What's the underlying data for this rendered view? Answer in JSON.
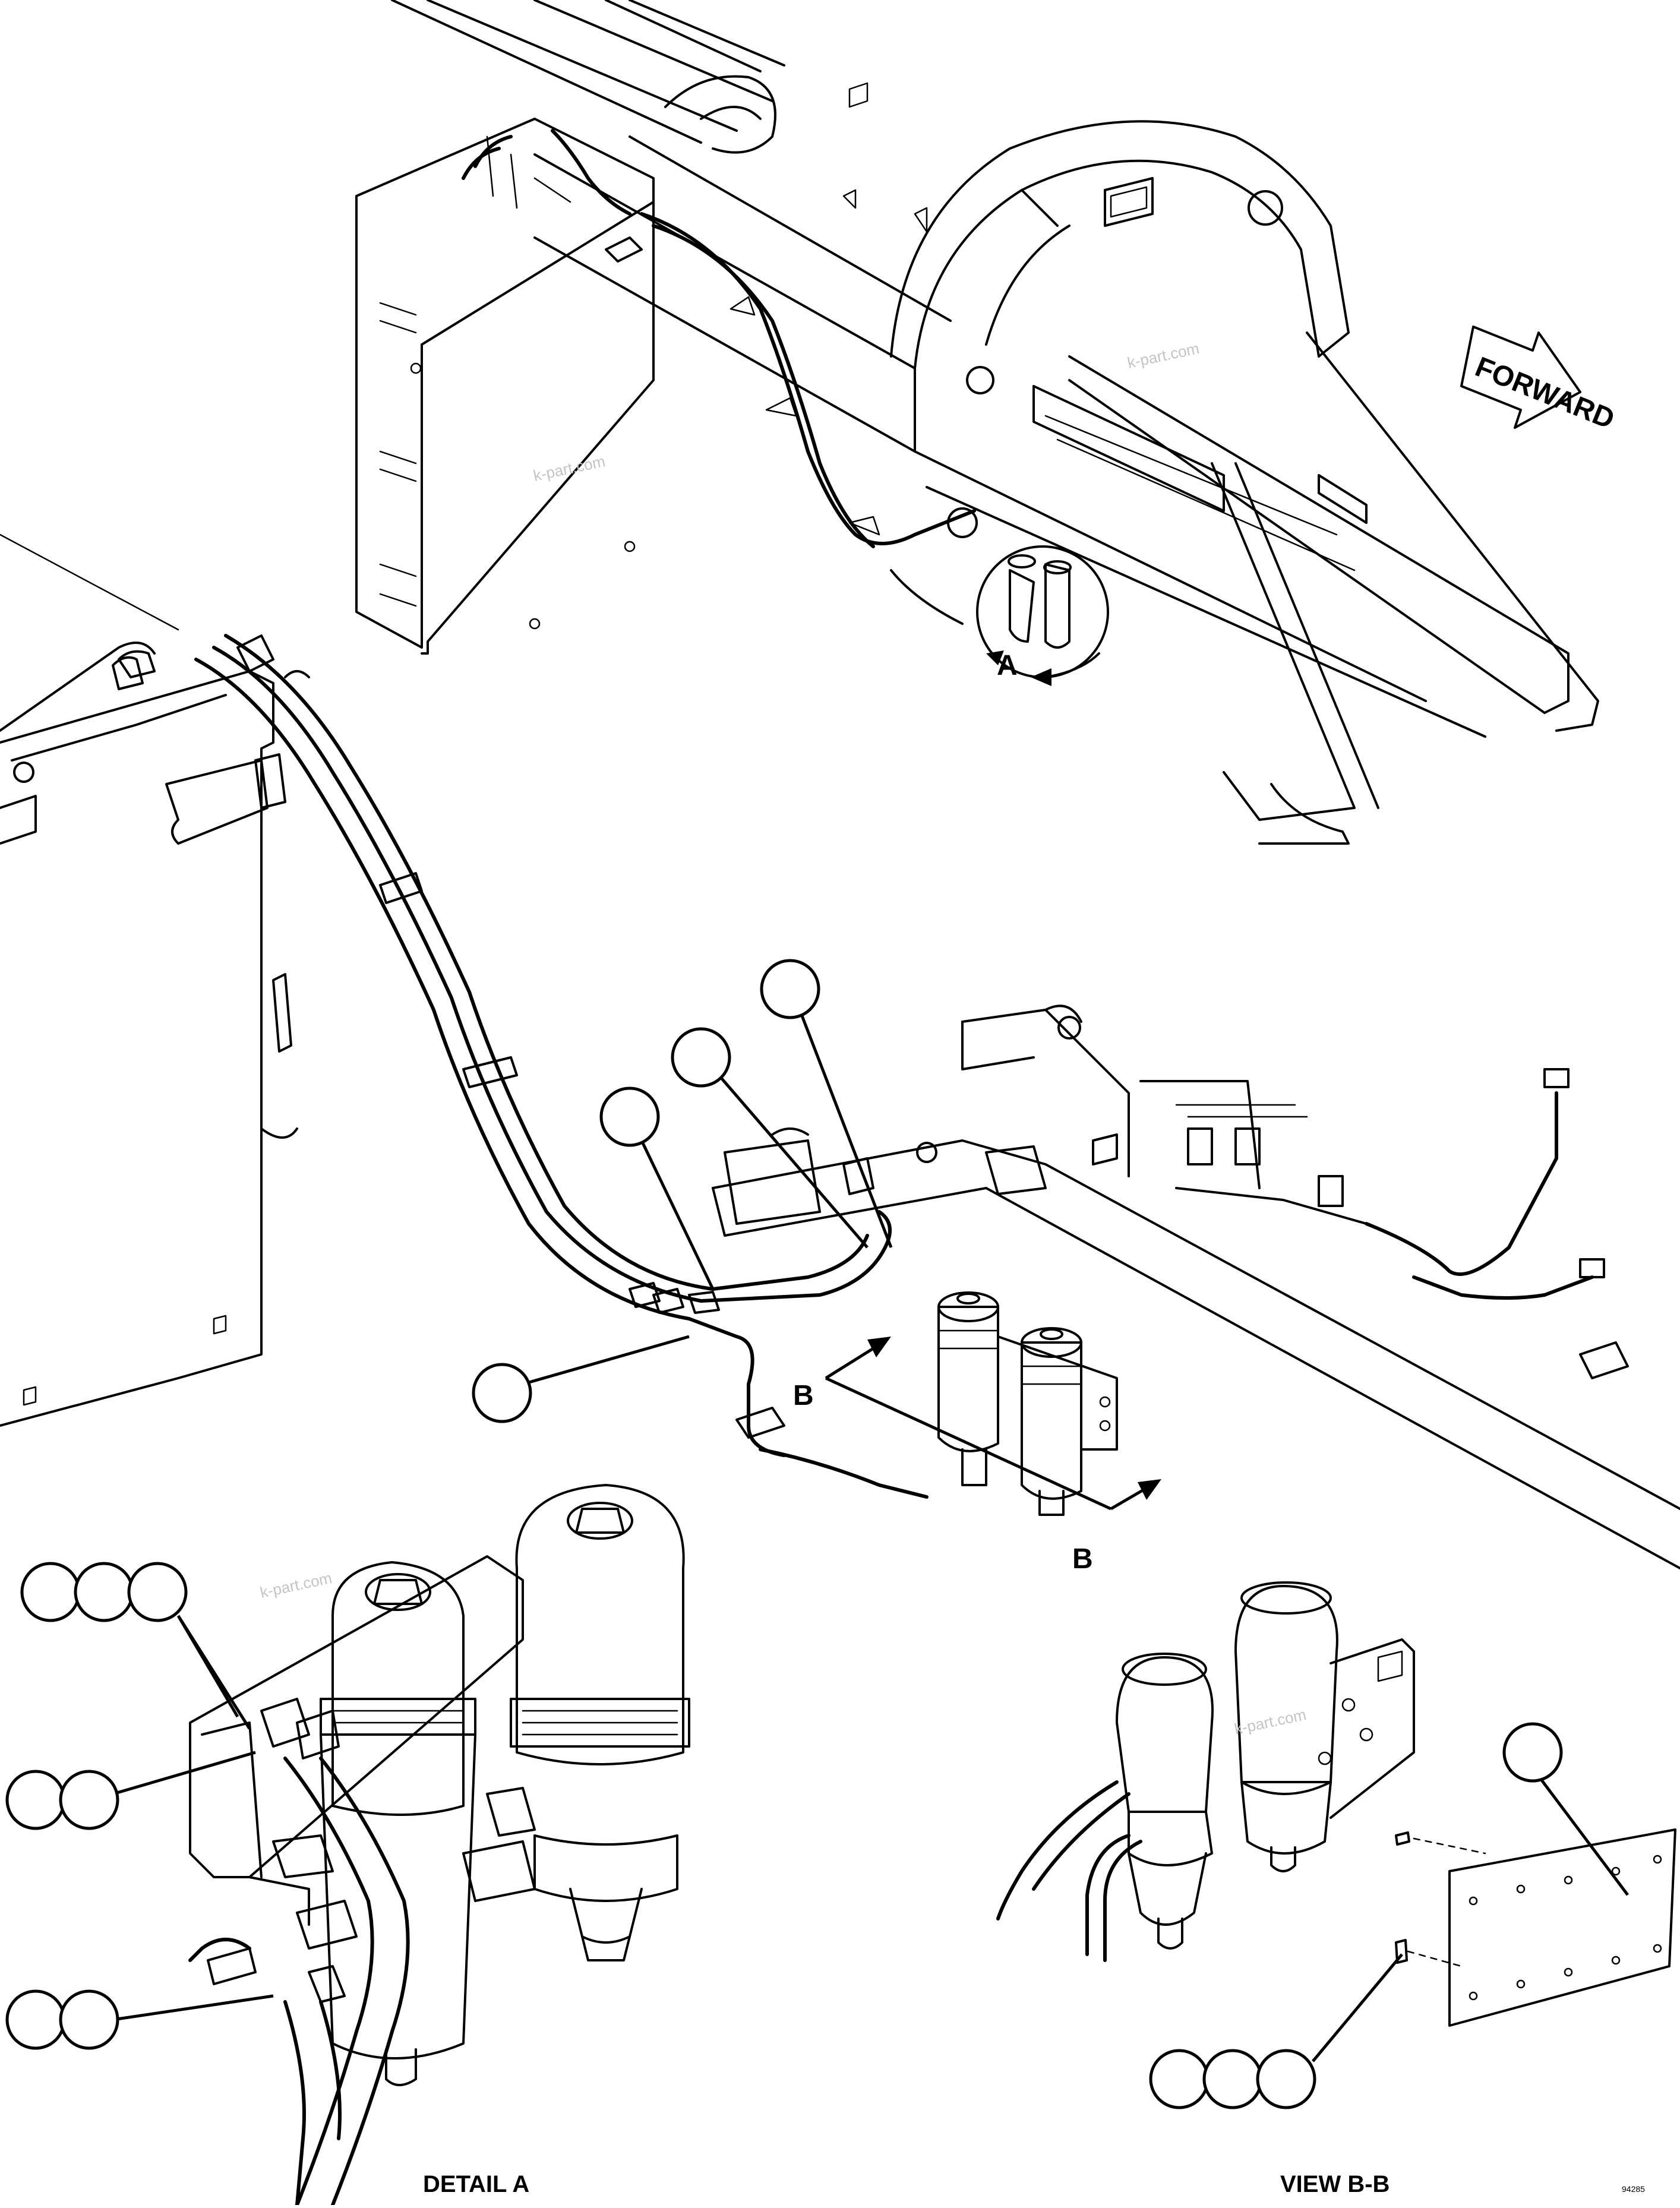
{
  "arrows": {
    "forward": "FORWARD"
  },
  "views": {
    "detail_marker": "A",
    "section_marker_top": "B",
    "section_marker_bottom": "B",
    "detail_caption": "DETAIL A",
    "view_caption": "VIEW B-B"
  },
  "watermark": "k-part.com",
  "drawing_id": "94285",
  "callouts": {
    "count_main": 4,
    "count_detail_a": 7,
    "count_view_bb": 4
  }
}
